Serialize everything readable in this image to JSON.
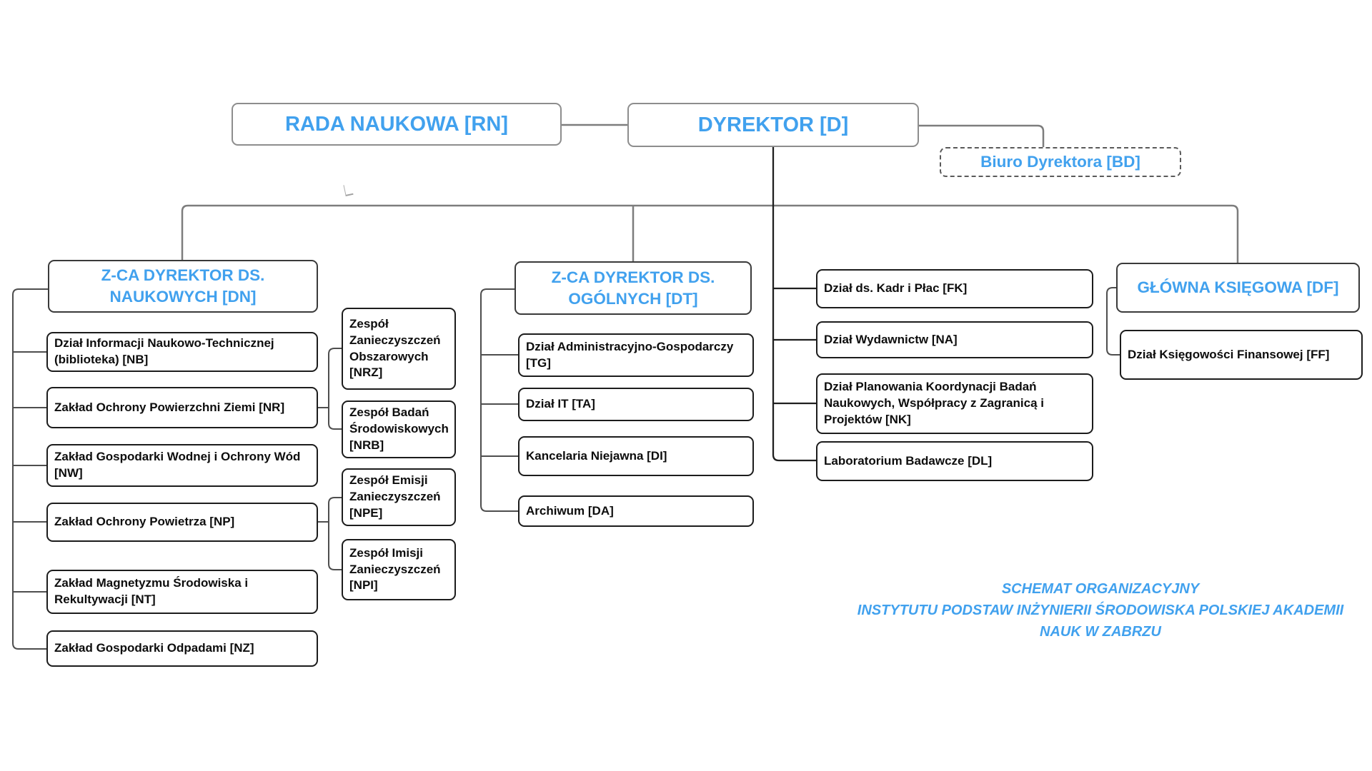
{
  "colors": {
    "accent": "#41a1ee"
  },
  "top": {
    "rada": "RADA NAUKOWA [RN]",
    "dyrektor": "DYREKTOR [D]",
    "biuro": "Biuro Dyrektora [BD]"
  },
  "naukowy": {
    "head_line1": "Z-CA DYREKTOR DS.",
    "head_line2": "NAUKOWYCH [DN]",
    "children": [
      "Dział Informacji Naukowo-Technicznej (biblioteka) [NB]",
      "Zakład Ochrony Powierzchni Ziemi [NR]",
      "Zakład Gospodarki Wodnej i Ochrony Wód [NW]",
      "Zakład Ochrony Powietrza [NP]",
      "Zakład Magnetyzmu Środowiska i Rekultywacji [NT]",
      "Zakład Gospodarki Odpadami [NZ]"
    ],
    "nr_teams": [
      "Zespół Zanieczyszczeń Obszarowych [NRZ]",
      "Zespół Badań Środowiskowych [NRB]"
    ],
    "np_teams": [
      "Zespół Emisji Zanieczyszczeń [NPE]",
      "Zespół Imisji Zanieczyszczeń [NPI]"
    ]
  },
  "ogolny": {
    "head_line1": "Z-CA DYREKTOR DS.",
    "head_line2": "OGÓLNYCH [DT]",
    "children": [
      "Dział Administracyjno-Gospodarczy [TG]",
      "Dział IT [TA]",
      "Kancelaria Niejawna [DI]",
      "Archiwum [DA]"
    ]
  },
  "dyrektor_units": [
    "Dział ds. Kadr i Płac [FK]",
    "Dział Wydawnictw [NA]",
    "Dział Planowania Koordynacji Badań Naukowych, Współpracy z Zagranicą i Projektów [NK]",
    "Laboratorium Badawcze [DL]"
  ],
  "ksiegowa": {
    "head": "GŁÓWNA KSIĘGOWA [DF]",
    "children": [
      "Dział Księgowości Finansowej [FF]"
    ]
  },
  "caption": {
    "line1": "SCHEMAT ORGANIZACYJNY",
    "line2": "INSTYTUTU PODSTAW INŻYNIERII ŚRODOWISKA POLSKIEJ AKADEMII",
    "line3": "NAUK W ZABRZU"
  }
}
